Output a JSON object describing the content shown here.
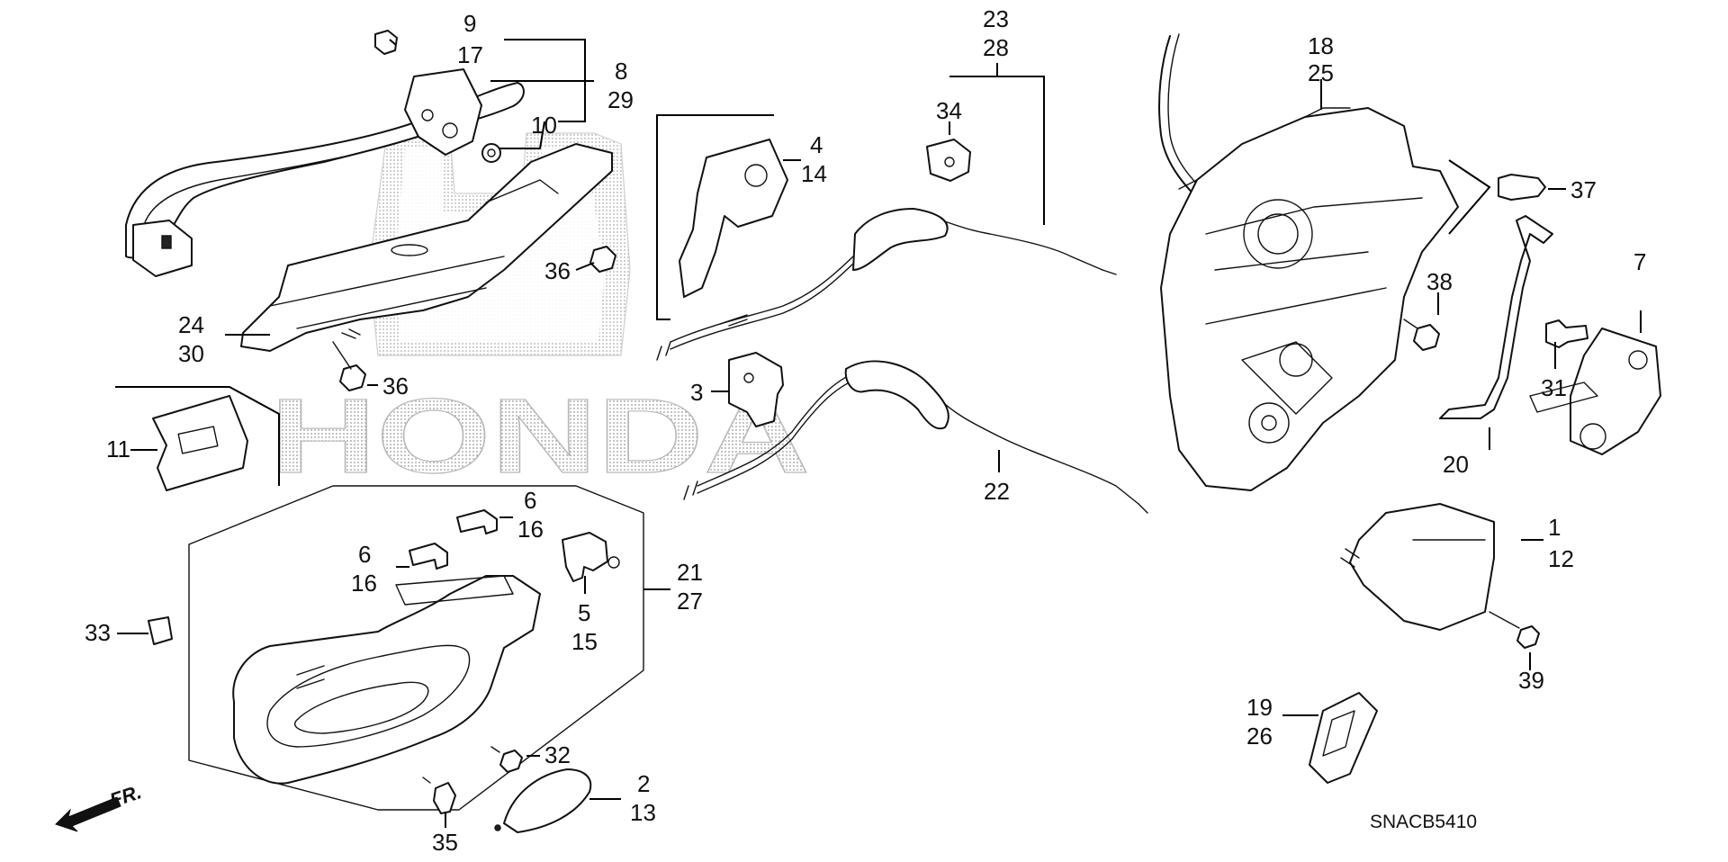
{
  "diagram": {
    "watermark": {
      "brand_text": "HONDA"
    },
    "callouts": {
      "c1": "1",
      "c12": "12",
      "c2": "2",
      "c13": "13",
      "c3": "3",
      "c4": "4",
      "c14": "14",
      "c5": "5",
      "c15": "15",
      "c6a": "6",
      "c16a": "16",
      "c6b": "6",
      "c16b": "16",
      "c7": "7",
      "c8": "8",
      "c29": "29",
      "c9": "9",
      "c17": "17",
      "c10": "10",
      "c11": "11",
      "c18": "18",
      "c25": "25",
      "c19": "19",
      "c26": "26",
      "c20": "20",
      "c21": "21",
      "c27": "27",
      "c22": "22",
      "c23": "23",
      "c28": "28",
      "c24": "24",
      "c30": "30",
      "c31": "31",
      "c32": "32",
      "c33": "33",
      "c34": "34",
      "c35": "35",
      "c36a": "36",
      "c36b": "36",
      "c37": "37",
      "c38": "38",
      "c39": "39"
    },
    "direction_label": "FR.",
    "diagram_code": "SNACB5410"
  }
}
